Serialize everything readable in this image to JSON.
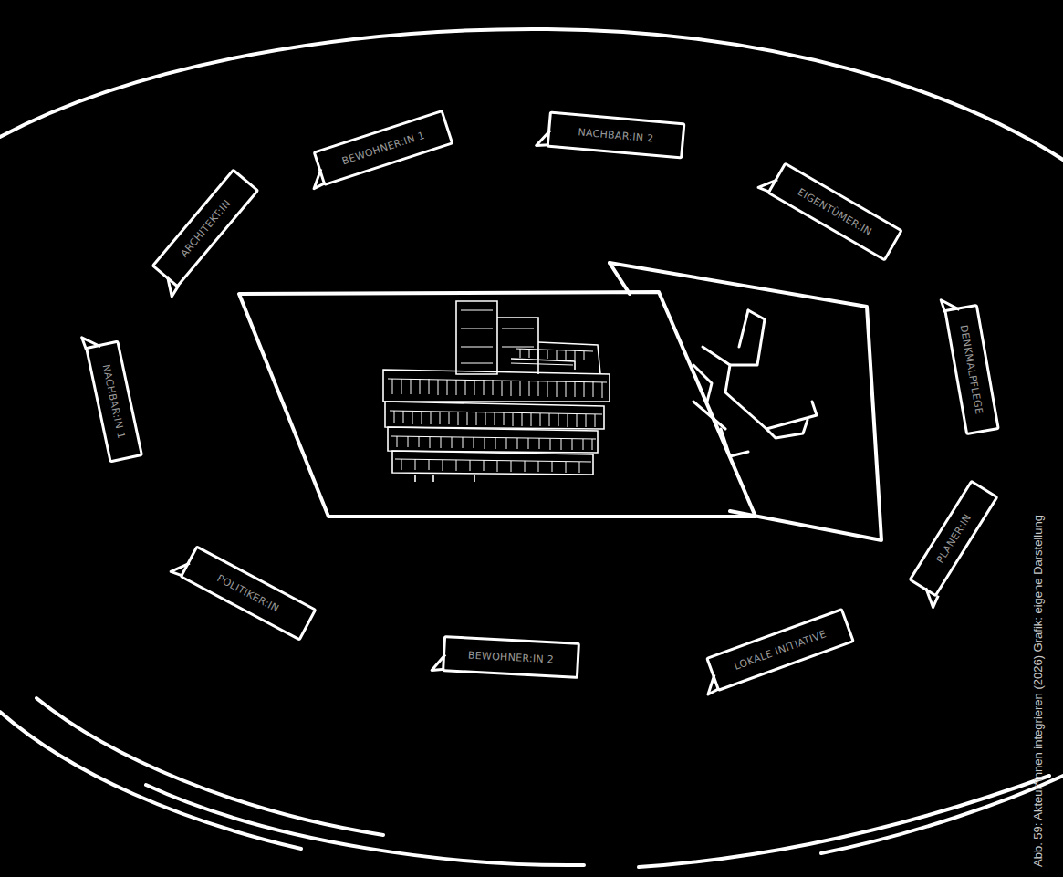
{
  "diagram": {
    "caption": "Abb. 59: Akteur*innen integrieren (2026) Grafik: eigene Darstellung",
    "nodes": [
      {
        "text": [
          "ARCHITEKT:IN"
        ]
      },
      {
        "text": [
          "BEWOHNER:IN 1"
        ]
      },
      {
        "text": [
          "NACHBAR:IN 2"
        ]
      },
      {
        "text": [
          "EIGENTÜMER:IN"
        ]
      },
      {
        "text": [
          "DENKMALPFLEGE"
        ]
      },
      {
        "text": [
          "PLANER:IN"
        ]
      },
      {
        "text": [
          "LOKALE INITIATIVE"
        ]
      },
      {
        "text": [
          "BEWOHNER:IN 2"
        ]
      },
      {
        "text": [
          "POLITIKER:IN"
        ]
      },
      {
        "text": [
          "NACHBAR:IN 1"
        ]
      }
    ]
  }
}
